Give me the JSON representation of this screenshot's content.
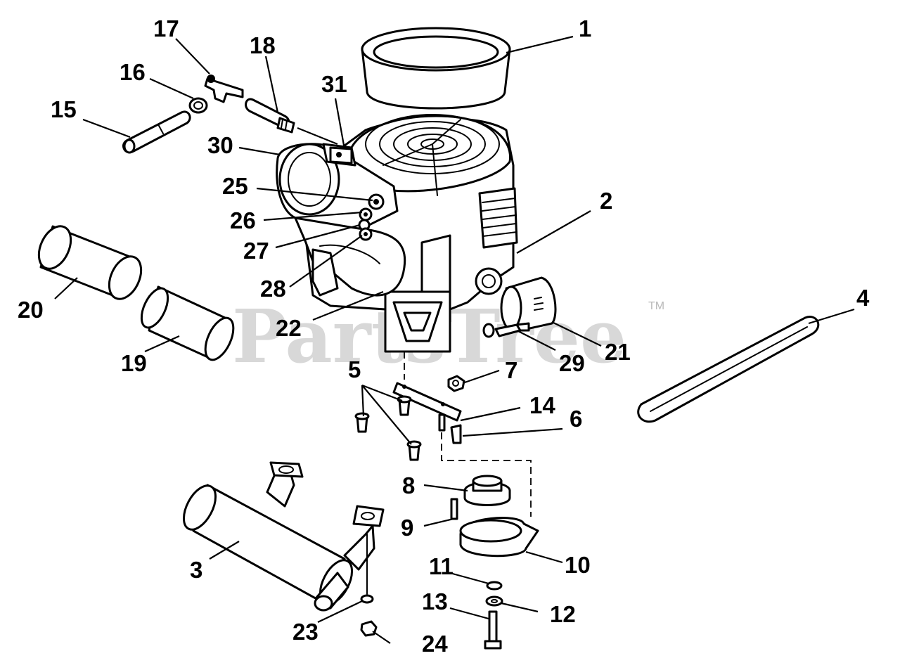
{
  "watermark": {
    "text": "PartsTree",
    "trademark": "TM"
  },
  "labels": {
    "p1": "1",
    "p2": "2",
    "p3": "3",
    "p4": "4",
    "p5": "5",
    "p6": "6",
    "p7": "7",
    "p8": "8",
    "p9": "9",
    "p10": "10",
    "p11": "11",
    "p12": "12",
    "p13": "13",
    "p14": "14",
    "p15": "15",
    "p16": "16",
    "p17": "17",
    "p18": "18",
    "p19": "19",
    "p20": "20",
    "p21": "21",
    "p22": "22",
    "p23": "23",
    "p24": "24",
    "p25": "25",
    "p26": "26",
    "p27": "27",
    "p28": "28",
    "p29": "29",
    "p30": "30",
    "p31": "31"
  }
}
